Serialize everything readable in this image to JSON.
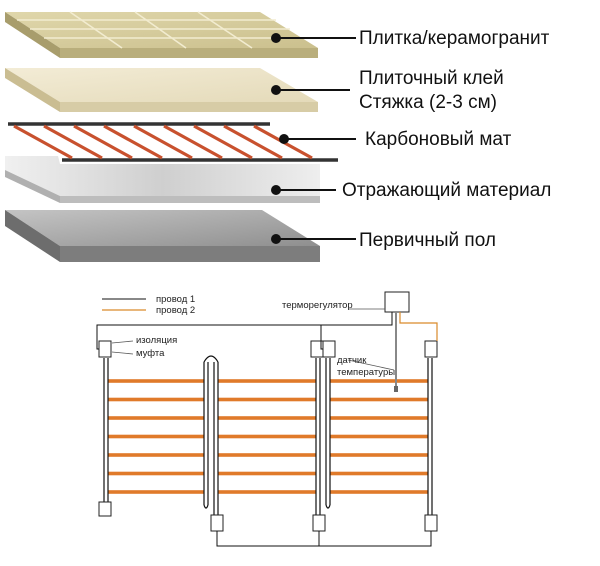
{
  "layers": {
    "tile": "Плитка/керамогранит",
    "adhesive_line1": "Плиточный клей",
    "adhesive_line2": "Стяжка (2-3 см)",
    "carbon_mat": "Карбоновый мат",
    "reflective": "Отражающий материал",
    "subfloor": "Первичный пол"
  },
  "wiring": {
    "legend_wire1": "провод 1",
    "legend_wire2": "провод 2",
    "thermostat": "терморегулятор",
    "insulation": "изоляция",
    "coupling": "муфта",
    "sensor_line1": "датчик",
    "sensor_line2": "температуры"
  },
  "colors": {
    "wire1": "#111111",
    "wire2": "#d98a2b",
    "carbon_strip": "#e07a2a",
    "tile": "#d8cfa2",
    "adhesive": "#ebe3c8",
    "reflective": "#dcdcdc",
    "subfloor": "#9e9e9e"
  },
  "heating_strips_per_section": 7
}
